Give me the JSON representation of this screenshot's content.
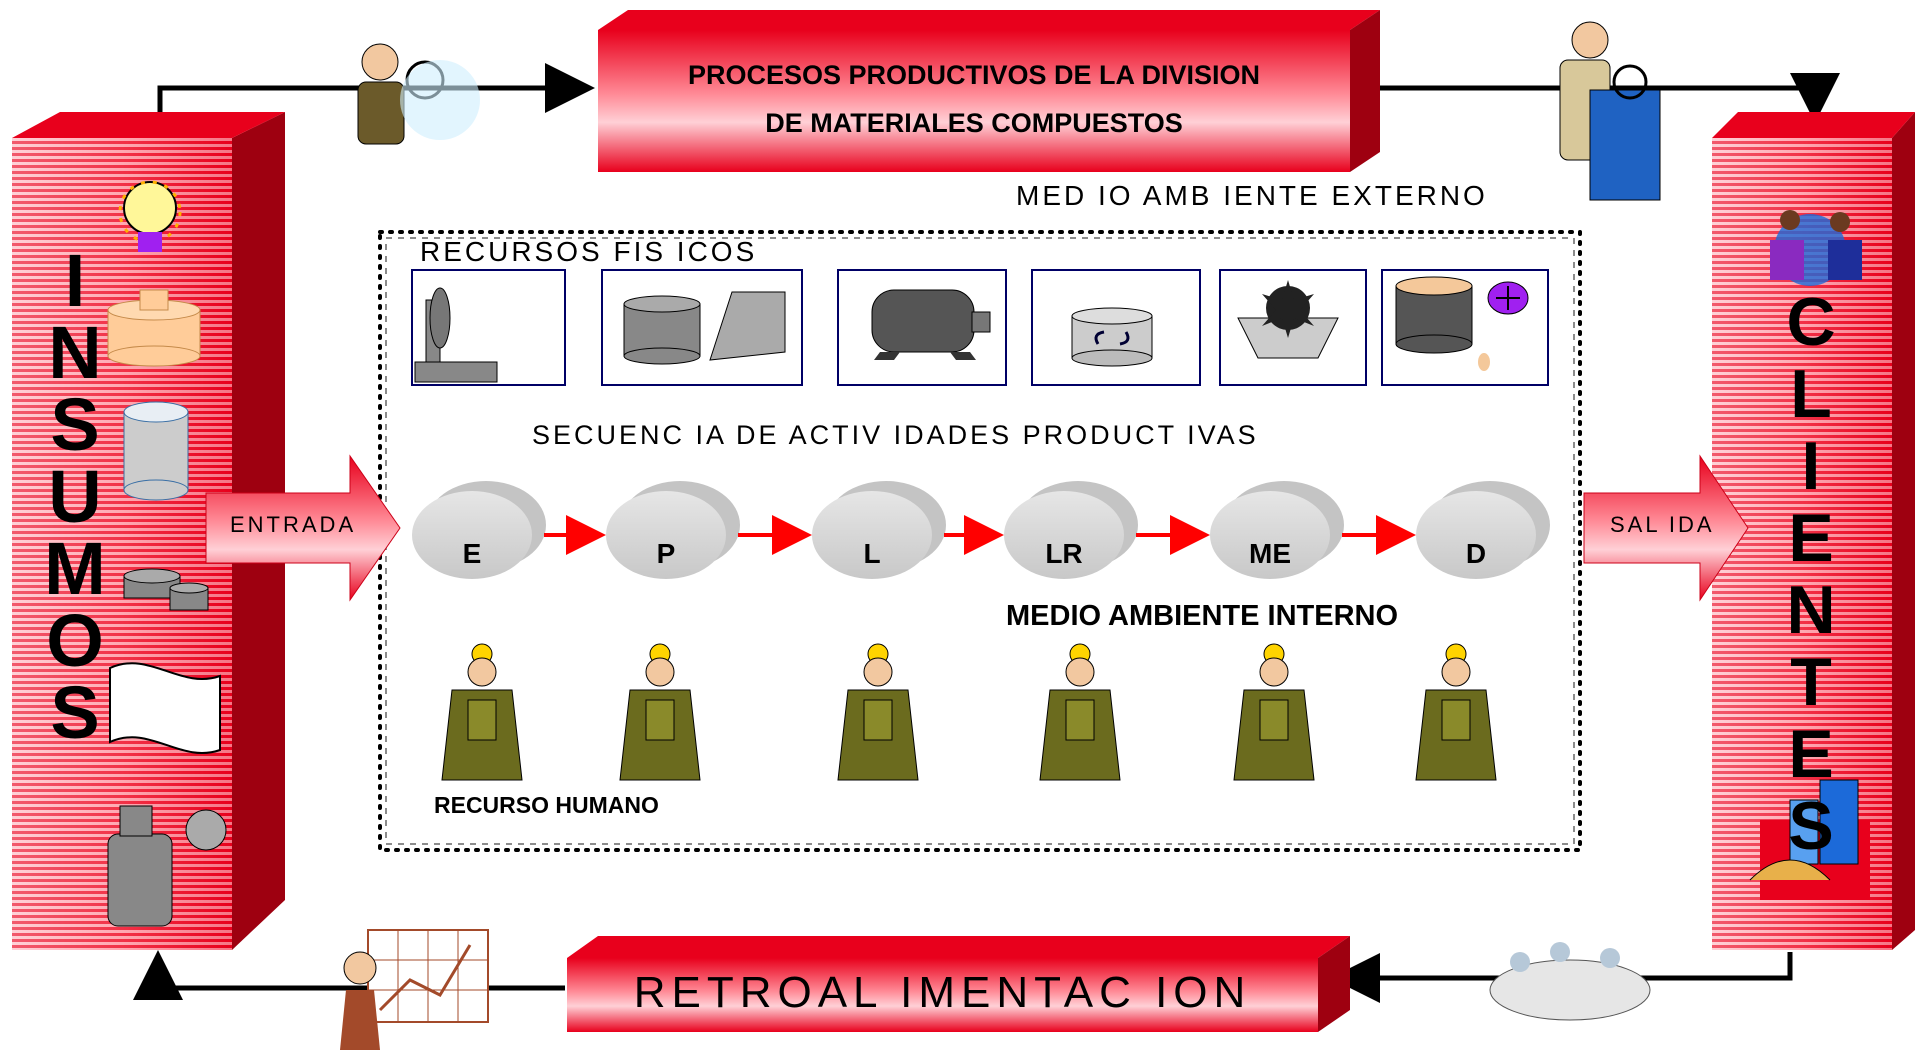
{
  "insumos": {
    "letters": [
      "I",
      "N",
      "S",
      "U",
      "M",
      "O",
      "S"
    ]
  },
  "clientes": {
    "letters": [
      "C",
      "L",
      "I",
      "E",
      "N",
      "T",
      "E",
      "S"
    ]
  },
  "title": {
    "line1": "PROCESOS PRODUCTIVOS DE LA DIVISION",
    "line2": "DE MATERIALES COMPUESTOS"
  },
  "medio_externo": "MED IO AMB IENTE EXTERNO",
  "recursos_fisicos": "RECURSOS FIS ICOS",
  "secuencia": "SECUENC IA DE ACTIV IDADES PRODUCT IVAS",
  "entrada": "ENTRADA",
  "salida": "SAL IDA",
  "nodes": [
    "E",
    "P",
    "L",
    "LR",
    "ME",
    "D"
  ],
  "medio_interno": "MEDIO AMBIENTE INTERNO",
  "recurso_humano": "RECURSO HUMANO",
  "retroalimentacion": "RETROAL IMENTAC ION",
  "colors": {
    "red": "#e8001c",
    "pink": "#ffb8c0",
    "dark_red": "#9e0010",
    "node_gray": "#d4d4d4",
    "box_border": "#000066"
  }
}
